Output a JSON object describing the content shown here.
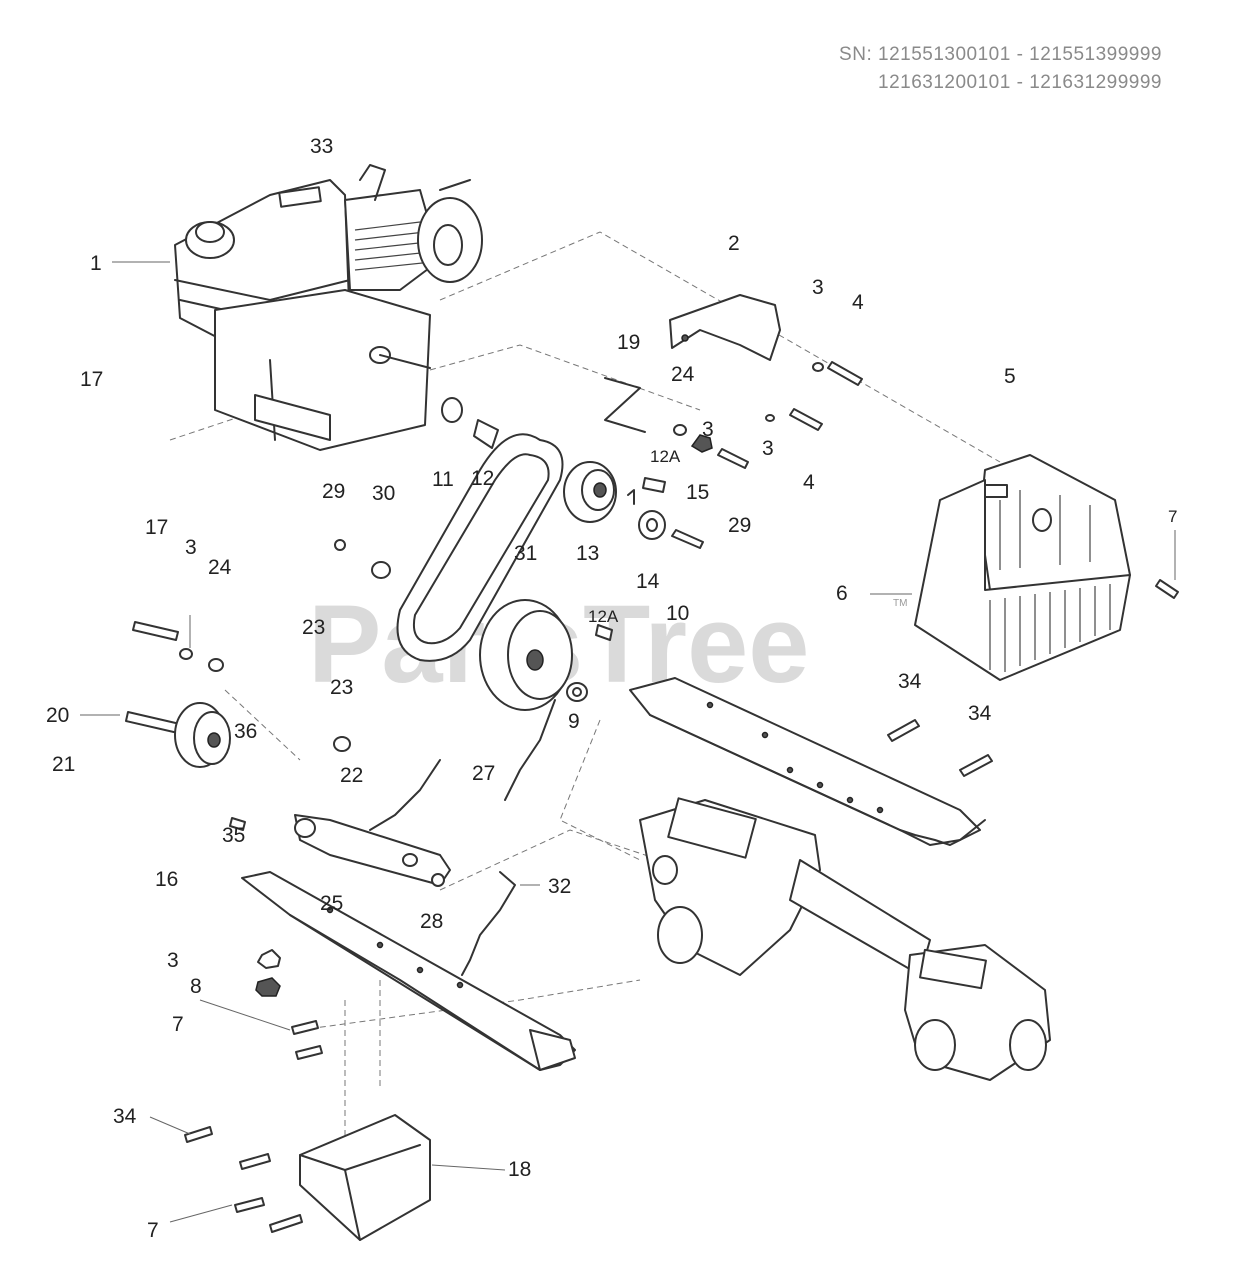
{
  "serial_numbers": {
    "line1": "SN: 121551300101 - 121551399999",
    "line2": "121631200101 - 121631299999"
  },
  "watermark": {
    "text": "PartsTree",
    "trademark": "TM"
  },
  "labels": {
    "l33": "33",
    "l1": "1",
    "l2": "2",
    "l3a": "3",
    "l4a": "4",
    "l19": "19",
    "l17a": "17",
    "l24a": "24",
    "l3b": "3",
    "l5": "5",
    "l3c": "3",
    "l4b": "4",
    "l12a_top": "12A",
    "l15": "15",
    "l11": "11",
    "l12": "12",
    "l29a": "29",
    "l30": "30",
    "l13": "13",
    "l29b": "29",
    "l14": "14",
    "l17b": "17",
    "l3d": "3",
    "l24b": "24",
    "l31": "31",
    "l7a": "7",
    "l6": "6",
    "l12a_mid": "12A",
    "l10": "10",
    "l23a": "23",
    "l23b": "23",
    "l34a": "34",
    "l34b": "34",
    "l20": "20",
    "l36": "36",
    "l9": "9",
    "l21": "21",
    "l22": "22",
    "l27": "27",
    "l35": "35",
    "l16": "16",
    "l25": "25",
    "l32": "32",
    "l28": "28",
    "l3e": "3",
    "l8": "8",
    "l7b": "7",
    "l34c": "34",
    "l18": "18",
    "l7c": "7"
  }
}
